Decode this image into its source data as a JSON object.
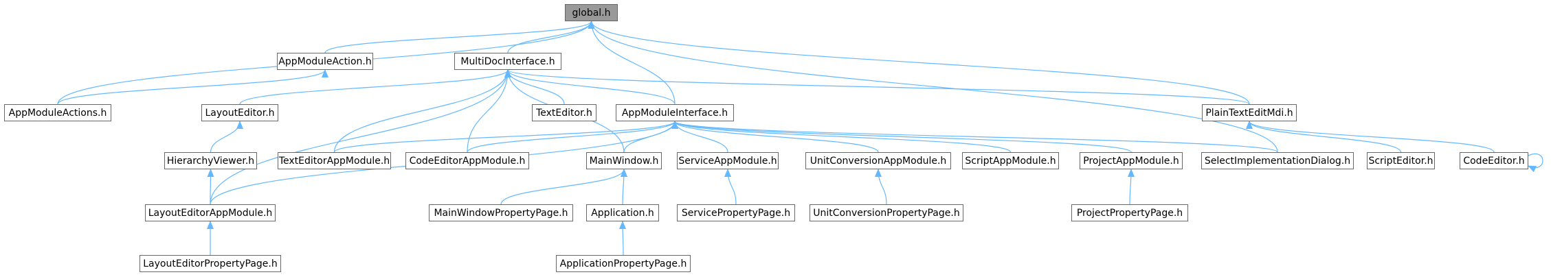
{
  "colors": {
    "edge": "#63b8ff",
    "node_border": "#666666",
    "root_fill": "#999999",
    "node_fill": "#ffffff"
  },
  "nodes": [
    {
      "id": "global_h",
      "label": "global.h"
    },
    {
      "id": "AppModuleAction_h",
      "label": "AppModuleAction.h"
    },
    {
      "id": "MultiDocInterface_h",
      "label": "MultiDocInterface.h"
    },
    {
      "id": "AppModuleActions_h",
      "label": "AppModuleActions.h"
    },
    {
      "id": "LayoutEditor_h",
      "label": "LayoutEditor.h"
    },
    {
      "id": "TextEditor_h",
      "label": "TextEditor.h"
    },
    {
      "id": "AppModuleInterface_h",
      "label": "AppModuleInterface.h"
    },
    {
      "id": "PlainTextEditMdi_h",
      "label": "PlainTextEditMdi.h"
    },
    {
      "id": "HierarchyViewer_h",
      "label": "HierarchyViewer.h"
    },
    {
      "id": "TextEditorAppModule_h",
      "label": "TextEditorAppModule.h"
    },
    {
      "id": "CodeEditorAppModule_h",
      "label": "CodeEditorAppModule.h"
    },
    {
      "id": "MainWindow_h",
      "label": "MainWindow.h"
    },
    {
      "id": "ServiceAppModule_h",
      "label": "ServiceAppModule.h"
    },
    {
      "id": "UnitConversionAppModule_h",
      "label": "UnitConversionAppModule.h"
    },
    {
      "id": "ScriptAppModule_h",
      "label": "ScriptAppModule.h"
    },
    {
      "id": "ProjectAppModule_h",
      "label": "ProjectAppModule.h"
    },
    {
      "id": "SelectImplementationDialog_h",
      "label": "SelectImplementationDialog.h"
    },
    {
      "id": "ScriptEditor_h",
      "label": "ScriptEditor.h"
    },
    {
      "id": "CodeEditor_h",
      "label": "CodeEditor.h"
    },
    {
      "id": "LayoutEditorAppModule_h",
      "label": "LayoutEditorAppModule.h"
    },
    {
      "id": "MainWindowPropertyPage_h",
      "label": "MainWindowPropertyPage.h"
    },
    {
      "id": "Application_h",
      "label": "Application.h"
    },
    {
      "id": "ServicePropertyPage_h",
      "label": "ServicePropertyPage.h"
    },
    {
      "id": "UnitConversionPropertyPage_h",
      "label": "UnitConversionPropertyPage.h"
    },
    {
      "id": "ProjectPropertyPage_h",
      "label": "ProjectPropertyPage.h"
    },
    {
      "id": "LayoutEditorPropertyPage_h",
      "label": "LayoutEditorPropertyPage.h"
    },
    {
      "id": "ApplicationPropertyPage_h",
      "label": "ApplicationPropertyPage.h"
    }
  ],
  "edges": [
    {
      "from": "AppModuleAction_h",
      "to": "global_h"
    },
    {
      "from": "MultiDocInterface_h",
      "to": "global_h"
    },
    {
      "from": "AppModuleActions_h",
      "to": "global_h"
    },
    {
      "from": "AppModuleInterface_h",
      "to": "global_h"
    },
    {
      "from": "PlainTextEditMdi_h",
      "to": "global_h"
    },
    {
      "from": "SelectImplementationDialog_h",
      "to": "global_h"
    },
    {
      "from": "AppModuleActions_h",
      "to": "AppModuleAction_h"
    },
    {
      "from": "LayoutEditor_h",
      "to": "MultiDocInterface_h"
    },
    {
      "from": "TextEditor_h",
      "to": "MultiDocInterface_h"
    },
    {
      "from": "AppModuleInterface_h",
      "to": "MultiDocInterface_h"
    },
    {
      "from": "PlainTextEditMdi_h",
      "to": "MultiDocInterface_h"
    },
    {
      "from": "TextEditorAppModule_h",
      "to": "MultiDocInterface_h"
    },
    {
      "from": "CodeEditorAppModule_h",
      "to": "MultiDocInterface_h"
    },
    {
      "from": "MainWindow_h",
      "to": "MultiDocInterface_h"
    },
    {
      "from": "LayoutEditorAppModule_h",
      "to": "MultiDocInterface_h"
    },
    {
      "from": "HierarchyViewer_h",
      "to": "LayoutEditor_h"
    },
    {
      "from": "LayoutEditorAppModule_h",
      "to": "HierarchyViewer_h"
    },
    {
      "from": "LayoutEditorPropertyPage_h",
      "to": "LayoutEditorAppModule_h"
    },
    {
      "from": "TextEditorAppModule_h",
      "to": "AppModuleInterface_h"
    },
    {
      "from": "CodeEditorAppModule_h",
      "to": "AppModuleInterface_h"
    },
    {
      "from": "MainWindow_h",
      "to": "AppModuleInterface_h"
    },
    {
      "from": "ServiceAppModule_h",
      "to": "AppModuleInterface_h"
    },
    {
      "from": "UnitConversionAppModule_h",
      "to": "AppModuleInterface_h"
    },
    {
      "from": "ScriptAppModule_h",
      "to": "AppModuleInterface_h"
    },
    {
      "from": "ProjectAppModule_h",
      "to": "AppModuleInterface_h"
    },
    {
      "from": "SelectImplementationDialog_h",
      "to": "AppModuleInterface_h"
    },
    {
      "from": "LayoutEditorAppModule_h",
      "to": "AppModuleInterface_h"
    },
    {
      "from": "MainWindowPropertyPage_h",
      "to": "MainWindow_h"
    },
    {
      "from": "Application_h",
      "to": "MainWindow_h"
    },
    {
      "from": "ApplicationPropertyPage_h",
      "to": "Application_h"
    },
    {
      "from": "ServicePropertyPage_h",
      "to": "ServiceAppModule_h"
    },
    {
      "from": "UnitConversionPropertyPage_h",
      "to": "UnitConversionAppModule_h"
    },
    {
      "from": "ProjectPropertyPage_h",
      "to": "ProjectAppModule_h"
    },
    {
      "from": "ScriptEditor_h",
      "to": "PlainTextEditMdi_h"
    },
    {
      "from": "CodeEditor_h",
      "to": "PlainTextEditMdi_h"
    },
    {
      "from": "CodeEditor_h",
      "to": "CodeEditor_h"
    }
  ]
}
